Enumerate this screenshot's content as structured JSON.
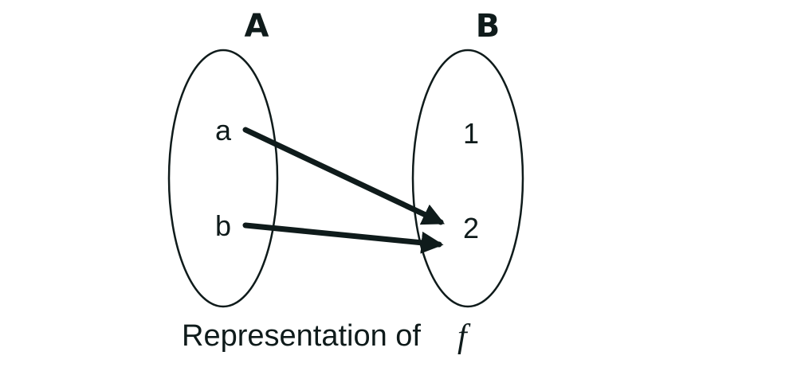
{
  "diagram": {
    "type": "function-mapping",
    "colors": {
      "ink": "#0f1b1b",
      "background": "#ffffff"
    },
    "sets": [
      {
        "id": "A",
        "label": "A",
        "elements": [
          "a",
          "b"
        ]
      },
      {
        "id": "B",
        "label": "B",
        "elements": [
          "1",
          "2"
        ]
      }
    ],
    "mappings": [
      {
        "from": "a",
        "to": "2"
      },
      {
        "from": "b",
        "to": "2"
      }
    ],
    "caption": {
      "text": "Representation of",
      "symbol": "f"
    }
  }
}
